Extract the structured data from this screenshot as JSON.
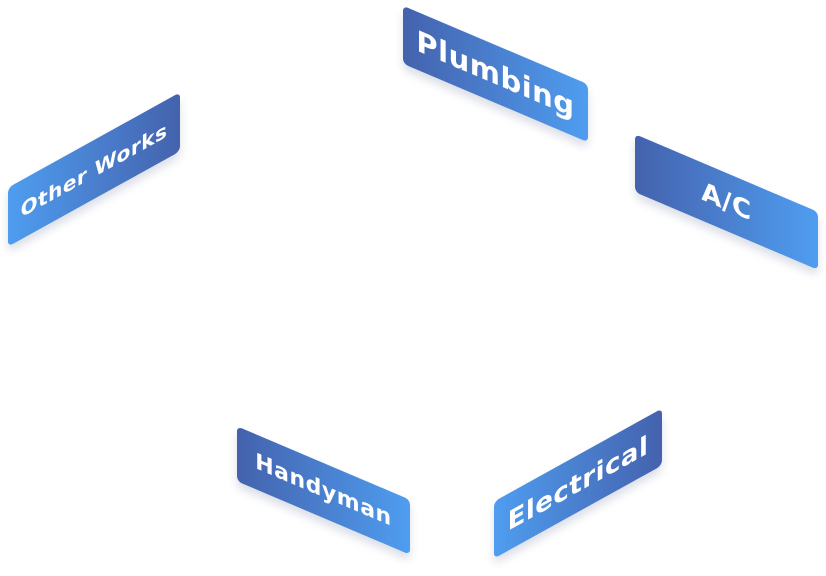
{
  "tags": {
    "plumbing": "Plumbing",
    "ac": "A/C",
    "other_works": "Other Works",
    "handyman": "Handyman",
    "electrical": "Electrical"
  },
  "colors": {
    "gradient_dark": "#4462ad",
    "gradient_light": "#4f9df0",
    "text": "#ffffff",
    "background": "#ffffff"
  }
}
